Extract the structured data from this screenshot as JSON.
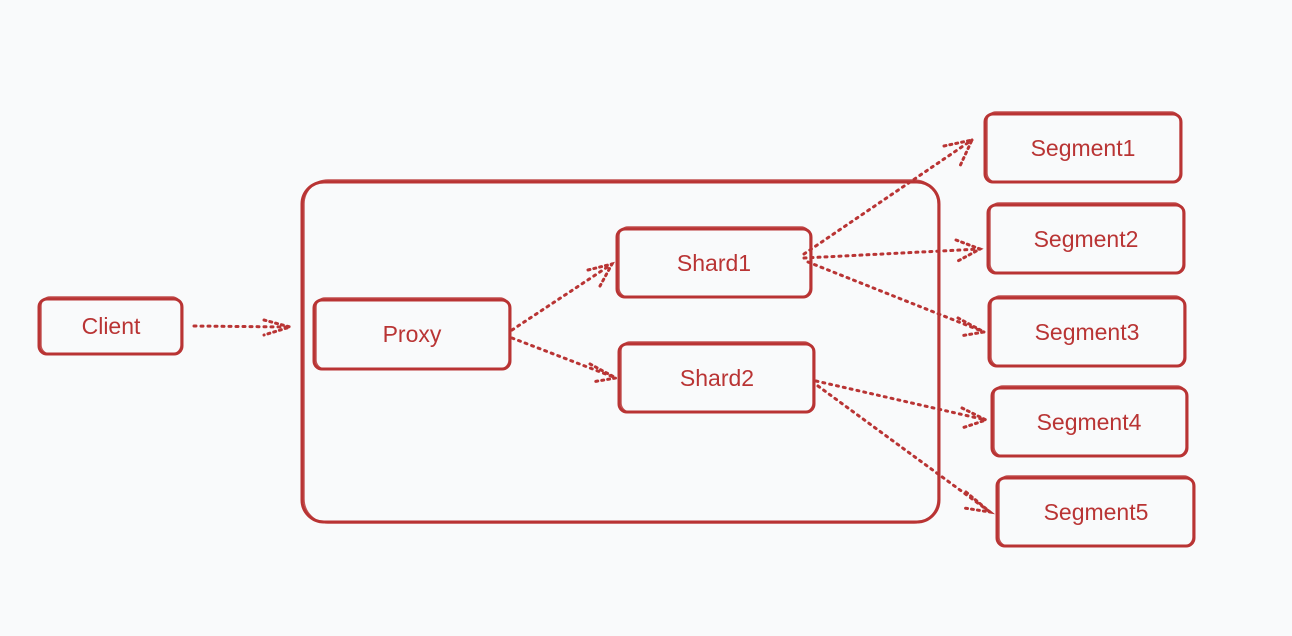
{
  "diagram": {
    "accent_color": "#b93434",
    "background_color": "#f9fafb",
    "nodes": {
      "client": "Client",
      "proxy": "Proxy",
      "shard1": "Shard1",
      "shard2": "Shard2",
      "segment1": "Segment1",
      "segment2": "Segment2",
      "segment3": "Segment3",
      "segment4": "Segment4",
      "segment5": "Segment5"
    },
    "edges": [
      {
        "from": "client",
        "to": "proxy"
      },
      {
        "from": "proxy",
        "to": "shard1"
      },
      {
        "from": "proxy",
        "to": "shard2"
      },
      {
        "from": "shard1",
        "to": "segment1"
      },
      {
        "from": "shard1",
        "to": "segment2"
      },
      {
        "from": "shard1",
        "to": "segment3"
      },
      {
        "from": "shard2",
        "to": "segment4"
      },
      {
        "from": "shard2",
        "to": "segment5"
      }
    ]
  }
}
